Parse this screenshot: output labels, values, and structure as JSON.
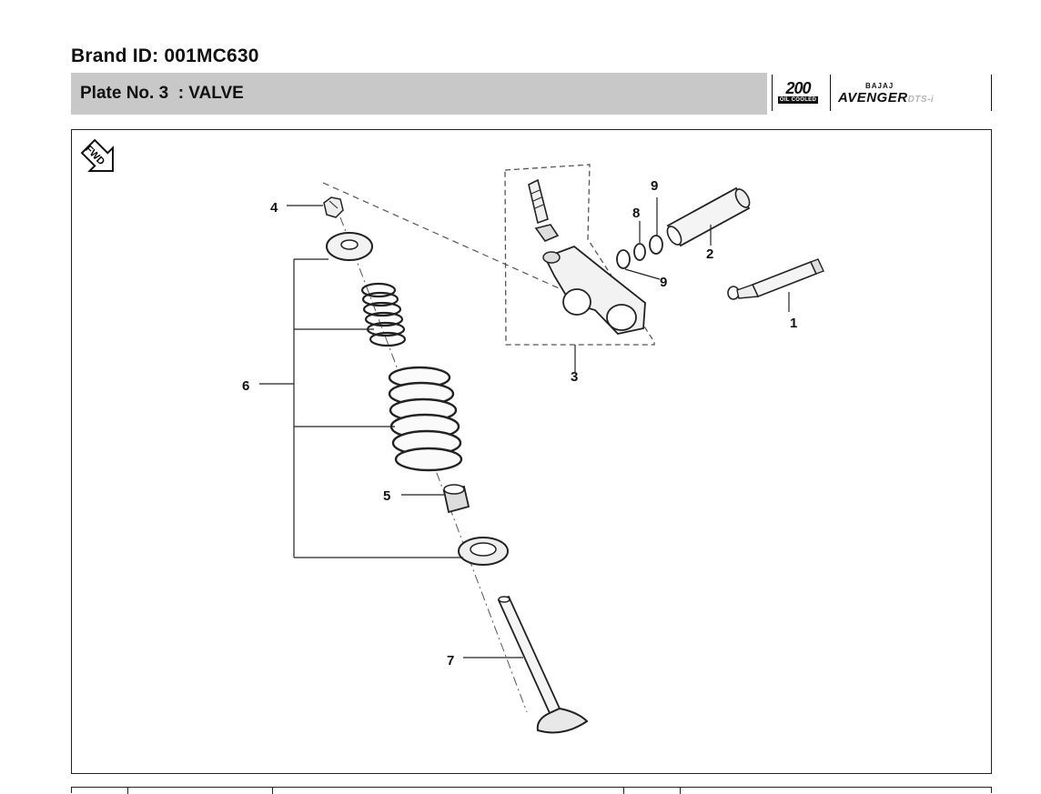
{
  "header": {
    "brand_id": "Brand  ID: 001MC630",
    "plate_title": "Plate No. 3  : VALVE"
  },
  "logo": {
    "engine_number": "200",
    "engine_tag": "OIL COOLED",
    "maker": "BAJAJ",
    "model": "AVENGER",
    "variant": "DTS-i"
  },
  "diagram": {
    "fwd_label": "FWD",
    "callouts": [
      "1",
      "2",
      "3",
      "4",
      "5",
      "6",
      "7",
      "8",
      "9",
      "9"
    ]
  }
}
